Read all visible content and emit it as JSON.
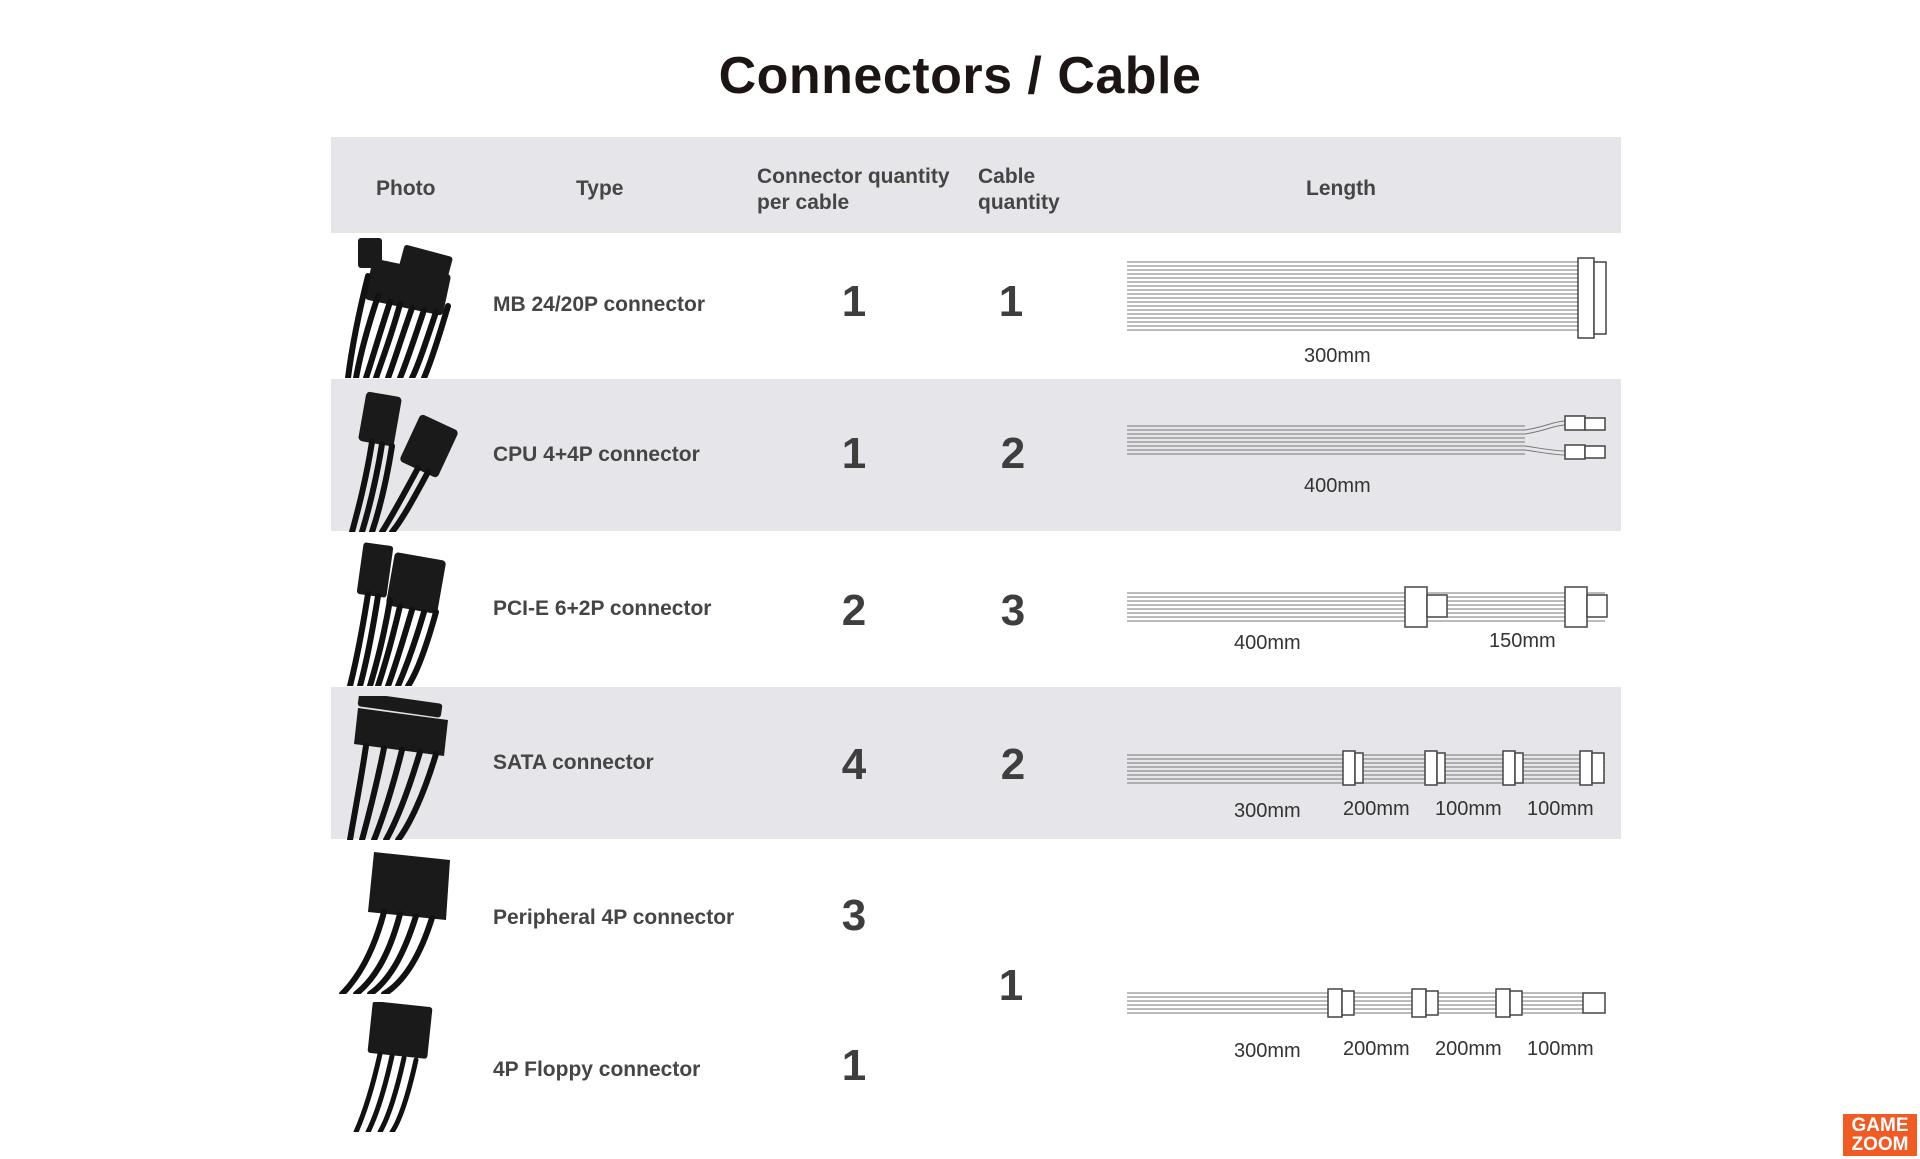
{
  "title": "Connectors / Cable",
  "header": {
    "photo": "Photo",
    "type": "Type",
    "conn_qty": "Connector quantity per cable",
    "cable_qty": "Cable quantity",
    "length": "Length"
  },
  "rows": [
    {
      "type": "MB 24/20P connector",
      "conn_qty": "1",
      "cable_qty": "1",
      "lengths": [
        "300mm"
      ]
    },
    {
      "type": "CPU 4+4P connector",
      "conn_qty": "1",
      "cable_qty": "2",
      "lengths": [
        "400mm"
      ]
    },
    {
      "type": "PCI-E 6+2P connector",
      "conn_qty": "2",
      "cable_qty": "3",
      "lengths": [
        "400mm",
        "150mm"
      ]
    },
    {
      "type": "SATA connector",
      "conn_qty": "4",
      "cable_qty": "2",
      "lengths": [
        "300mm",
        "200mm",
        "100mm",
        "100mm"
      ]
    },
    {
      "type": "Peripheral 4P connector",
      "conn_qty": "3"
    },
    {
      "type": "4P Floppy connector",
      "conn_qty": "1"
    }
  ],
  "combined": {
    "cable_qty": "1",
    "lengths": [
      "300mm",
      "200mm",
      "200mm",
      "100mm"
    ]
  },
  "logo": {
    "line1": "GAME",
    "line2": "ZOOM"
  },
  "colors": {
    "header_bg": "#e6e6ea",
    "logo_bg": "#f15a22"
  }
}
